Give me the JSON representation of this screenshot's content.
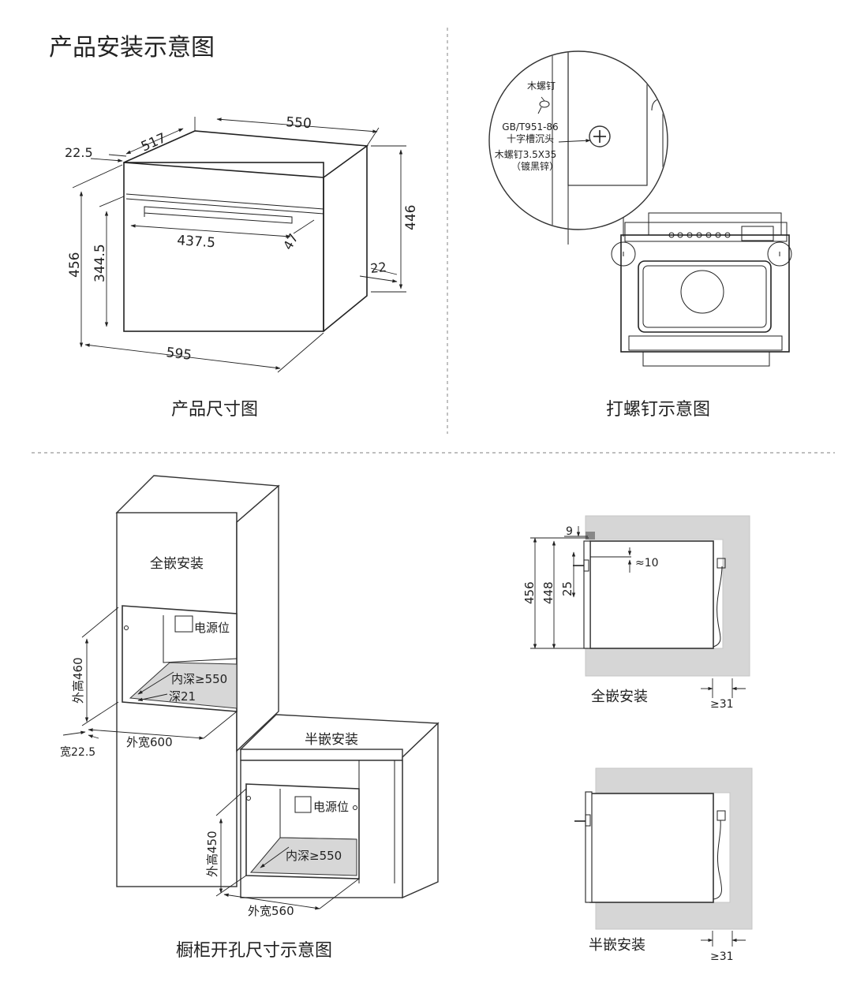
{
  "main_title": "产品安装示意图",
  "captions": {
    "product_size": "产品尺寸图",
    "screw": "打螺钉示意图",
    "cabinet": "橱柜开孔尺寸示意图",
    "full_embed": "全嵌安装",
    "half_embed": "半嵌安装"
  },
  "product_dims": {
    "d550": "550",
    "d517": "517",
    "d22_5": "22.5",
    "d446": "446",
    "d456": "456",
    "d344_5": "344.5",
    "d437_5": "437.5",
    "d47": "47",
    "d22": "22",
    "d595": "595"
  },
  "screw_labels": {
    "wood_screw": "木螺钉",
    "standard": "GB/T951-86",
    "cross_head": "十字槽沉头",
    "spec": "木螺钉3.5X35",
    "finish": "（镀黑锌）"
  },
  "cabinet_labels": {
    "full_embed": "全嵌安装",
    "half_embed": "半嵌安装",
    "power_full": "电源位",
    "power_half": "电源位",
    "depth_full": "内深≥550",
    "depth21": "深21",
    "height_full": "外高460",
    "width_full": "外宽600",
    "edge_width": "宽22.5",
    "depth_half": "内深≥550",
    "height_half": "外高450",
    "width_half": "外宽560"
  },
  "side_labels": {
    "d9": "9",
    "d10": "≈10",
    "d456": "456",
    "d448": "448",
    "d25": "25",
    "gap_full": "≥31",
    "gap_half": "≥31"
  }
}
